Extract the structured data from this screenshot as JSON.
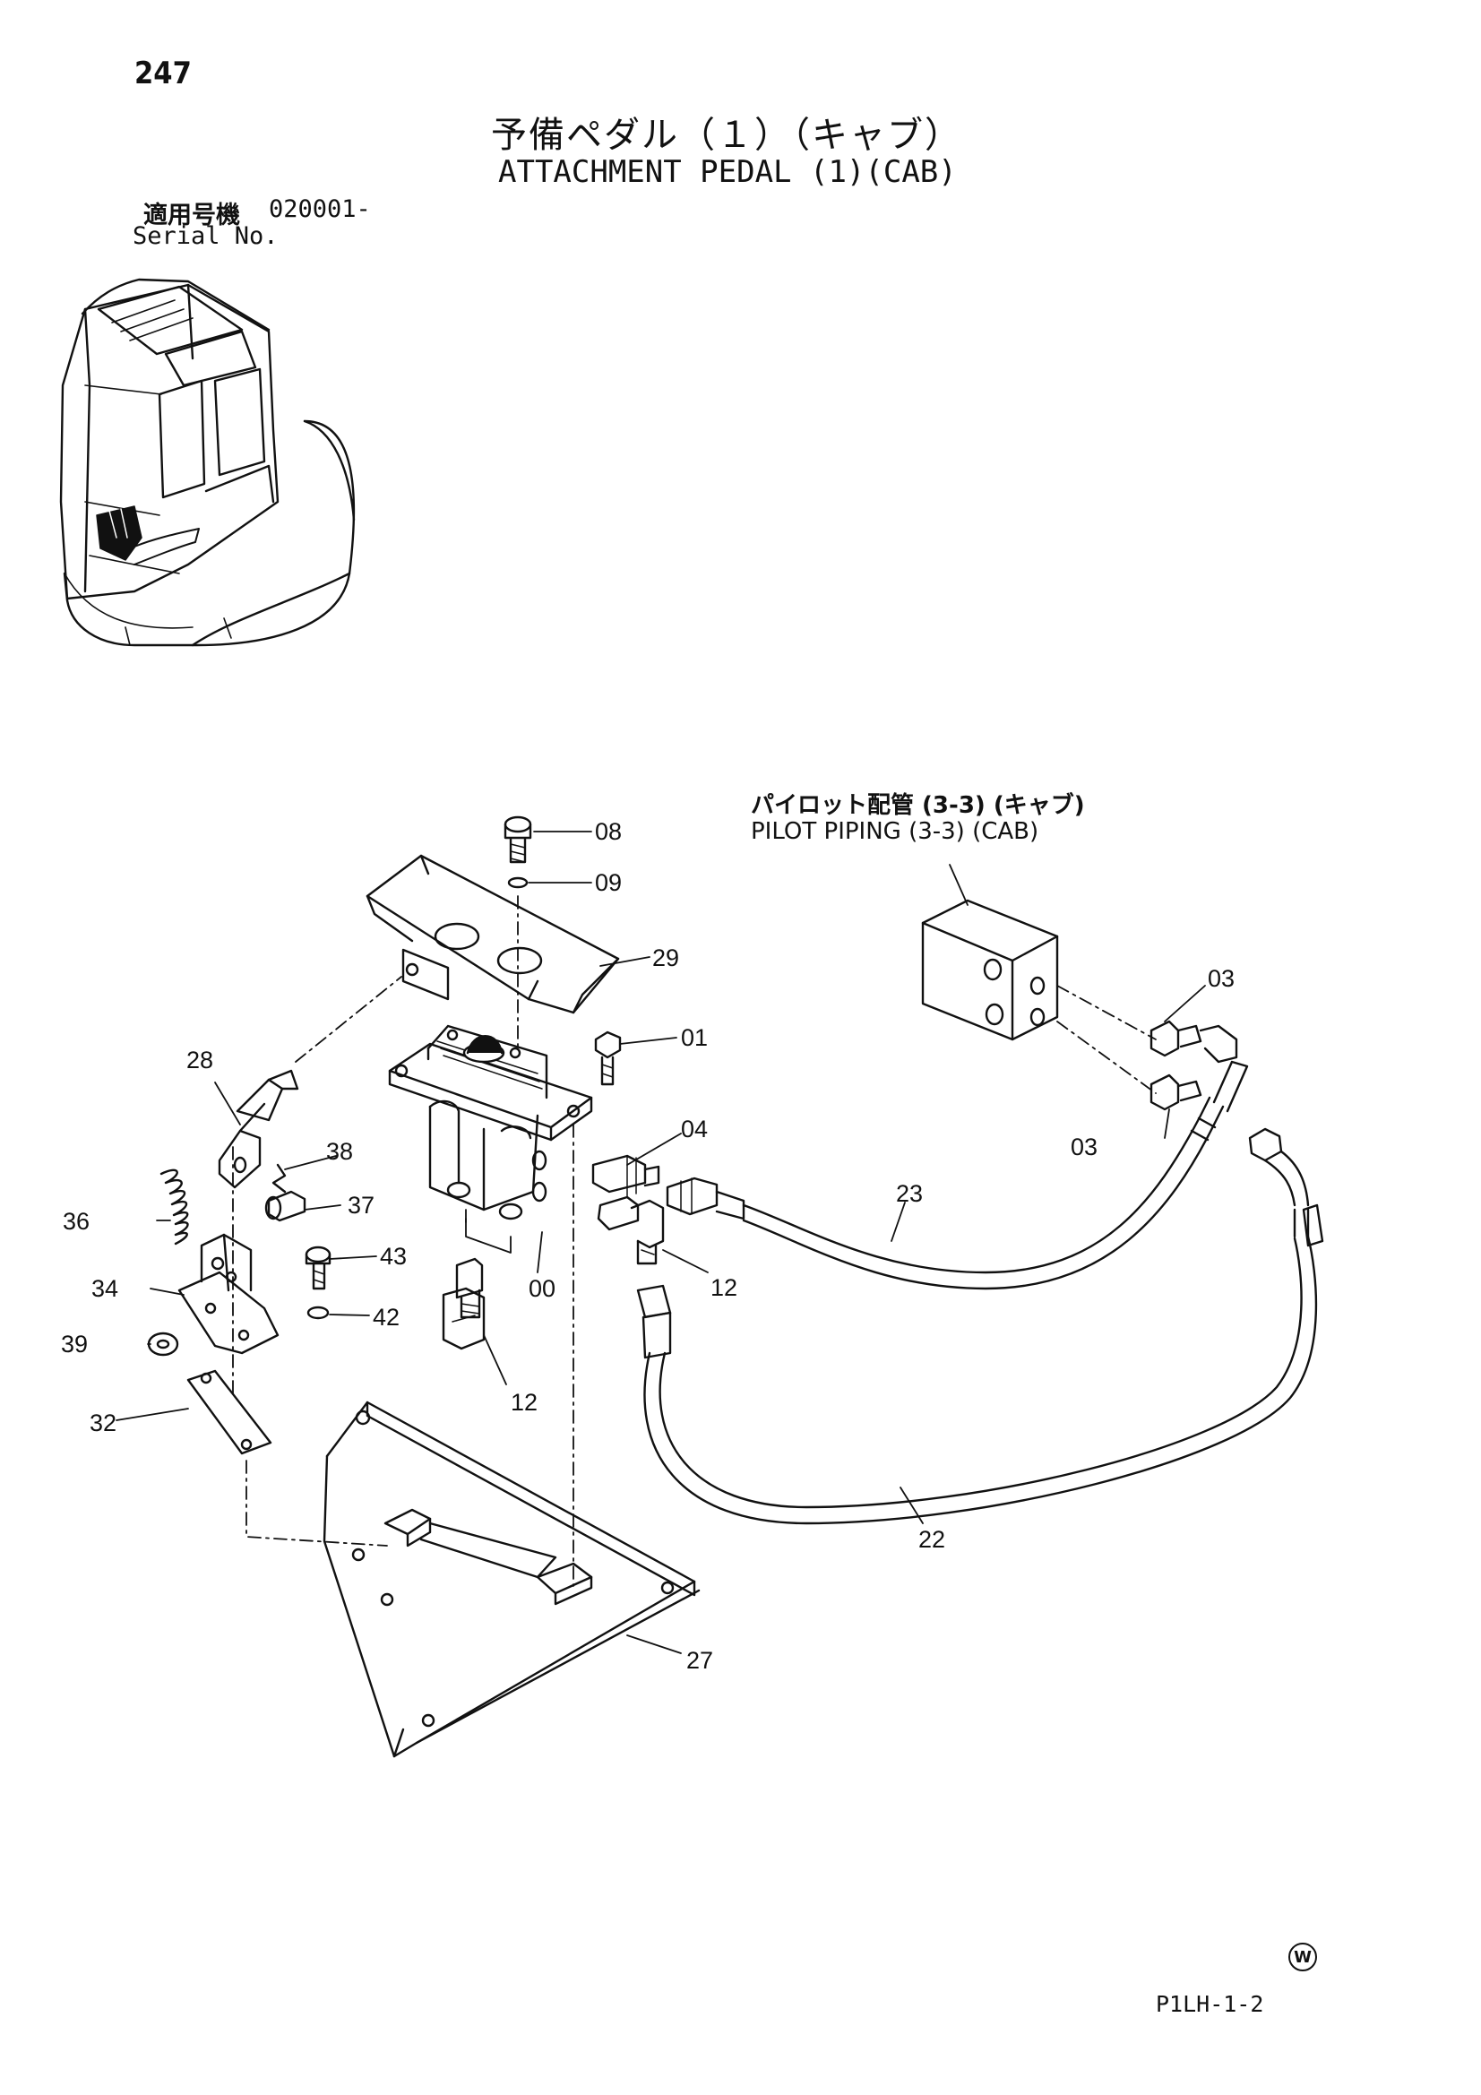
{
  "page_number": "247",
  "title_jp": "予備ペダル（１）（キャブ）",
  "title_en": "ATTACHMENT PEDAL (1)(CAB)",
  "serial": {
    "label_jp": "適用号機",
    "value": "020001-",
    "label_en": "Serial No."
  },
  "reference": {
    "label_jp": "パイロット配管 (3-3) (キャブ)",
    "label_en": "PILOT PIPING (3-3) (CAB)"
  },
  "callouts": {
    "p08": "08",
    "p09": "09",
    "p29": "29",
    "p01": "01",
    "p03a": "03",
    "p03b": "03",
    "p28": "28",
    "p04": "04",
    "p38": "38",
    "p23": "23",
    "p36": "36",
    "p37": "37",
    "p43": "43",
    "p34": "34",
    "p00": "00",
    "p12a": "12",
    "p42": "42",
    "p39": "39",
    "p12b": "12",
    "p32": "32",
    "p22": "22",
    "p27": "27"
  },
  "footer": {
    "w_mark": "W",
    "drawing_code": "P1LH-1-2"
  }
}
